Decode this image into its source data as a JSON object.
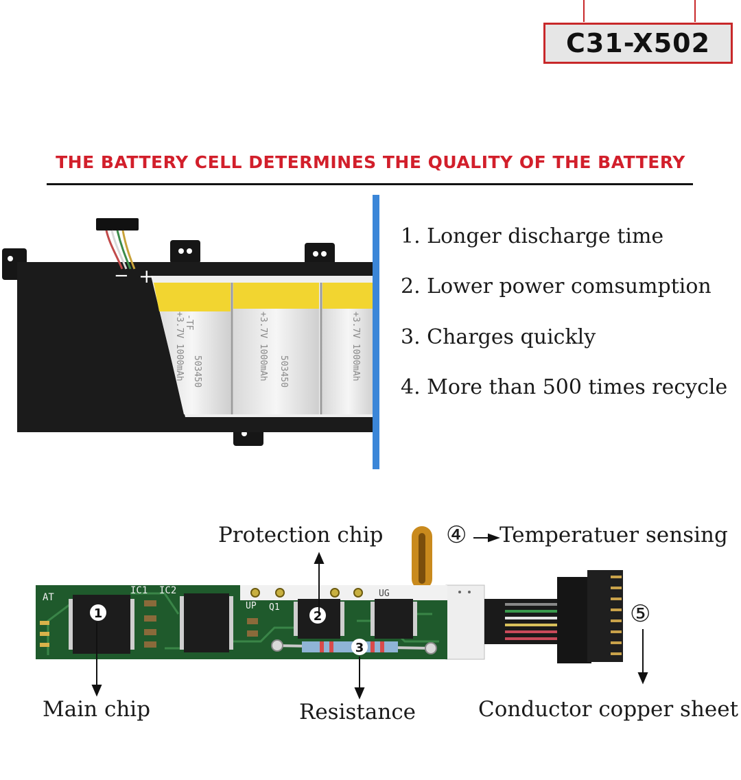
{
  "model_label": "C31-X502",
  "headline": "THE BATTERY CELL DETERMINES THE QUALITY OF THE BATTERY",
  "features": [
    "1. Longer discharge time",
    "2. Lower power comsumption",
    "3. Charges quickly",
    "4. More than 500 times recycle"
  ],
  "battery_image": {
    "terminal_minus": "−",
    "terminal_plus": "+",
    "cell_print_a": "+3.7V 1000mAh",
    "cell_print_b": "503450",
    "cell_print_c": "-TF"
  },
  "pcb": {
    "silkscreen": [
      "AT",
      "IC1",
      "IC2",
      "UP",
      "Q1",
      "UG"
    ],
    "markers": [
      "1",
      "2",
      "3"
    ]
  },
  "callouts": {
    "protection_chip": "Protection chip",
    "temperature_num": "④",
    "temperature_label": "Temperatuer sensing",
    "connector_num": "⑤",
    "main_chip": "Main chip",
    "resistance": "Resistance",
    "conductor": "Conductor copper sheet"
  },
  "colors": {
    "accent_red": "#d21f2b",
    "divider_blue": "#3b86d8",
    "pcb_green": "#1f5a2c",
    "cell_yellow": "#f2d530"
  }
}
